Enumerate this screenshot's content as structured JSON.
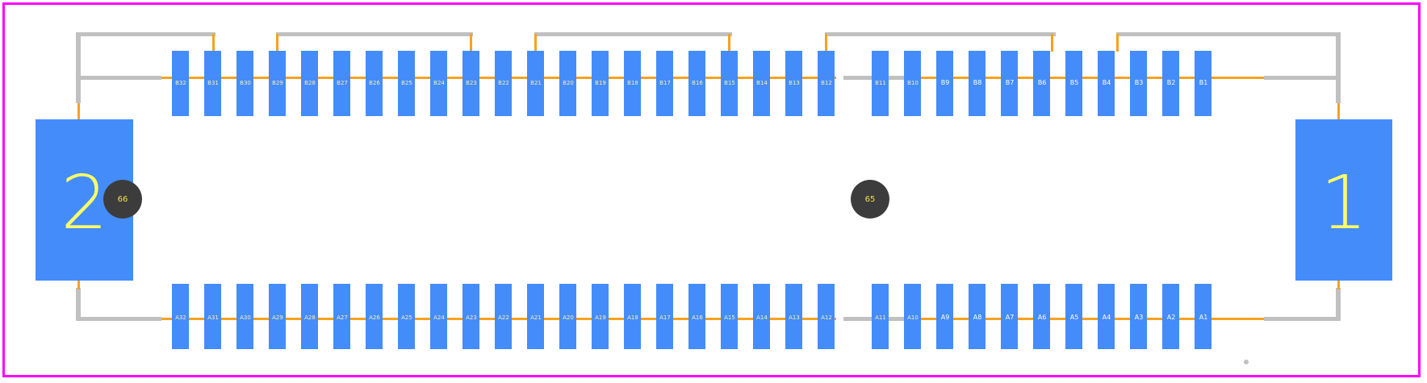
{
  "footprint": {
    "outline_color": "#ff00ff",
    "pad_color": "#448cfa",
    "silk_color": "#c0c0c0",
    "trace_color": "#f7a11f",
    "hole_color": "#3c3c3c",
    "row_b": [
      "B32",
      "B31",
      "B30",
      "B29",
      "B28",
      "B27",
      "B26",
      "B25",
      "B24",
      "B23",
      "B22",
      "B21",
      "B20",
      "B19",
      "B18",
      "B17",
      "B16",
      "B15",
      "B14",
      "B13",
      "B12",
      "B11",
      "B10",
      "B9",
      "B8",
      "B7",
      "B6",
      "B5",
      "B4",
      "B3",
      "B2",
      "B1"
    ],
    "row_a": [
      "A32",
      "A31",
      "A30",
      "A29",
      "A28",
      "A27",
      "A26",
      "A25",
      "A24",
      "A23",
      "A22",
      "A21",
      "A20",
      "A19",
      "A18",
      "A17",
      "A16",
      "A15",
      "A14",
      "A13",
      "A12",
      "A11",
      "A10",
      "A9",
      "A8",
      "A7",
      "A6",
      "A5",
      "A4",
      "A3",
      "A2",
      "A1"
    ],
    "mount_pads": {
      "left": "2",
      "right": "1"
    },
    "holes": {
      "left": "66",
      "right": "65"
    }
  }
}
